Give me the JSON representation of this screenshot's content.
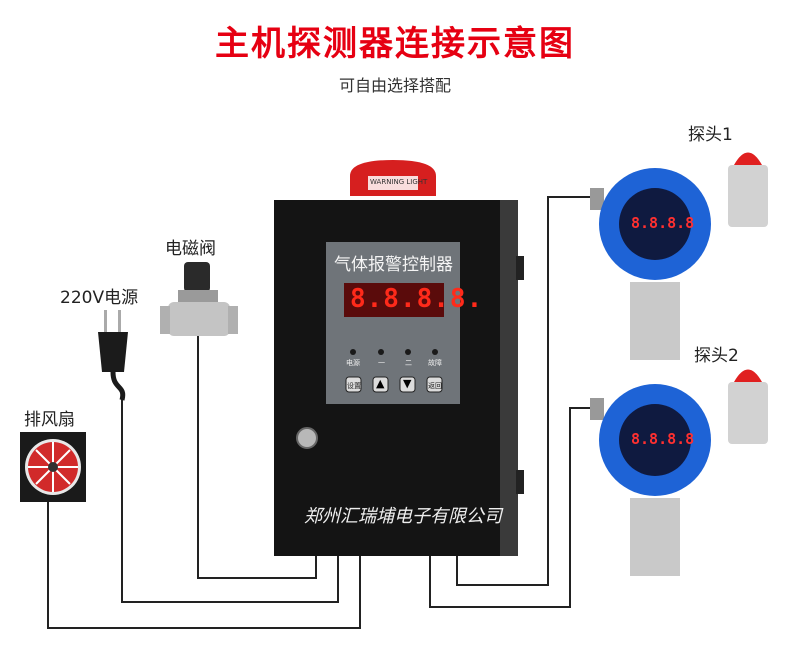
{
  "title": "主机探测器连接示意图",
  "subtitle": "可自由选择搭配",
  "labels": {
    "power": "220V电源",
    "valve": "电磁阀",
    "fan": "排风扇",
    "probe1": "探头1",
    "probe2": "探头2"
  },
  "controller": {
    "beacon_text": "WARNING LIGHT",
    "panel_title": "气体报警控制器",
    "display": "8.8.8.8.",
    "indicators": [
      "电源",
      "一",
      "二",
      "故障"
    ],
    "buttons": [
      "设置",
      "▲",
      "▼",
      "返回"
    ],
    "brand": "郑州汇瑞埔电子有限公司"
  },
  "probe": {
    "display": "8.8.8.8"
  },
  "colors": {
    "title": "#e60012",
    "probe_body": "#1e63d6",
    "controller": "#161616",
    "wire": "#222222",
    "display_red": "#ff2a1a"
  }
}
